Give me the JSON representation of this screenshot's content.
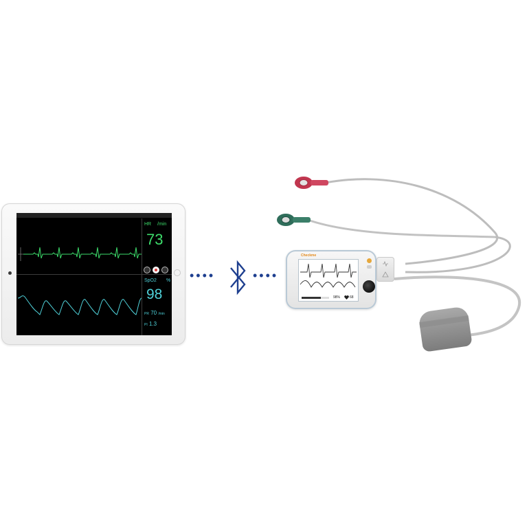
{
  "tablet": {
    "hr": {
      "label": "HR",
      "unit": "/min",
      "value": "73",
      "color": "#3ddc6b"
    },
    "spo2": {
      "label": "SpO2",
      "unit": "%",
      "value": "98",
      "color": "#4fd1d9"
    },
    "pr": {
      "label": "PR",
      "value": "70",
      "unit": "/min"
    },
    "pi": {
      "label": "PI",
      "value": "1.3"
    },
    "controls": [
      "camera-icon",
      "record-icon",
      "list-icon"
    ]
  },
  "connection": {
    "icon": "bluetooth-icon",
    "color": "#1e3f8f"
  },
  "device": {
    "brand": "Checkme",
    "spo2_readout": "98%",
    "hr_readout": "68",
    "icons": [
      "heart-icon",
      "ecg-icon",
      "spo2-icon"
    ]
  },
  "sensor": {
    "icon": "finger-clip-icon"
  }
}
